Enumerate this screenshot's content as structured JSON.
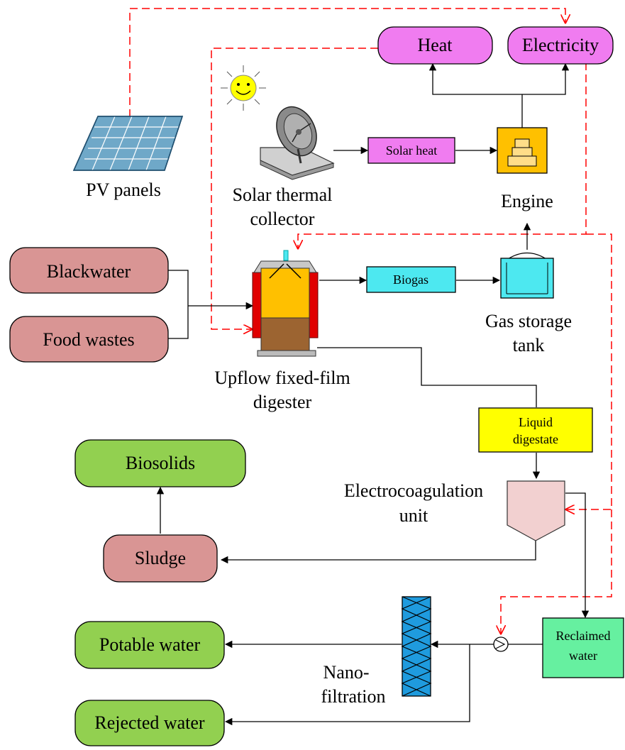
{
  "outputs": {
    "heat": "Heat",
    "electricity": "Electricity"
  },
  "inputs": {
    "blackwater": "Blackwater",
    "food_wastes": "Food wastes"
  },
  "products": {
    "biosolids": "Biosolids",
    "sludge": "Sludge",
    "potable_water": "Potable water",
    "rejected_water": "Rejected water"
  },
  "process": {
    "solar_heat": "Solar heat",
    "biogas": "Biogas",
    "liquid_digestate_1": "Liquid",
    "liquid_digestate_2": "digestate",
    "reclaimed_water_1": "Reclaimed",
    "reclaimed_water_2": "water"
  },
  "labels": {
    "pv_panels": "PV panels",
    "solar_thermal_1": "Solar thermal",
    "solar_thermal_2": "collector",
    "engine": "Engine",
    "gas_storage_1": "Gas storage",
    "gas_storage_2": "tank",
    "digester_1": "Upflow fixed-film",
    "digester_2": "digester",
    "electrocoag_1": "Electrocoagulation",
    "electrocoag_2": "unit",
    "nano_1": "Nano-",
    "nano_2": "filtration"
  },
  "colors": {
    "pink_box": "#f07cf0",
    "red_box": "#d99594",
    "green_box": "#92d050",
    "cyan_box": "#4de8f0",
    "yellow_box": "#ffff00",
    "mint_box": "#66f0a0",
    "orange": "#ffc000",
    "brown": "#9c6431",
    "blue_filter": "#1f9bde",
    "dash_red": "#ff0000",
    "line": "#000000"
  },
  "icons": [
    "sun-icon",
    "pv-panel-icon",
    "solar-dish-icon",
    "engine-icon",
    "gas-tank-icon",
    "digester-icon",
    "electrocoagulation-icon",
    "nanofilter-icon",
    "pump-icon"
  ]
}
